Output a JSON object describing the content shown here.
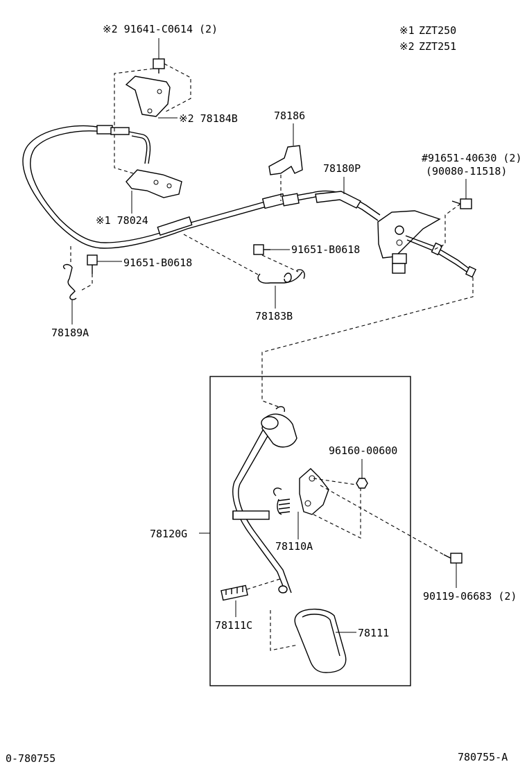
{
  "legend": [
    {
      "mark": "※1",
      "model": "ZZT250"
    },
    {
      "mark": "※2",
      "model": "ZZT251"
    }
  ],
  "labels": {
    "bolt_91641": "※2 91641-C0614 (2)",
    "bracket_78184B": "※2 78184B",
    "bracket_78024": "※1 78024",
    "clip_78186": "78186",
    "cable_78180P": "78180P",
    "bolt_91651_40630": "#91651-40630 (2)",
    "alt_90080": "(90080-11518)",
    "bolt_91651_B0618_mid": "91651-B0618",
    "bolt_91651_B0618_left": "91651-B0618",
    "clamp_78189A": "78189A",
    "clamp_78183B": "78183B",
    "nut_96160": "96160-00600",
    "bracket_78110A": "78110A",
    "pedal_assy_78120G": "78120G",
    "bolt_90119": "90119-06683 (2)",
    "sleeve_78111C": "78111C",
    "pad_78111": "78111"
  },
  "footer": {
    "left": "0-780755",
    "right": "780755-A"
  }
}
